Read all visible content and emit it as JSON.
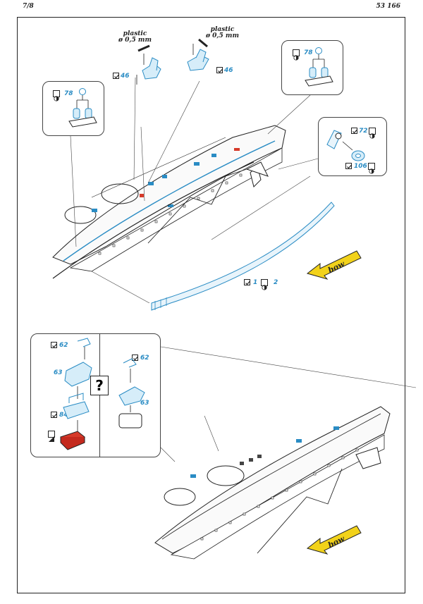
{
  "header": {
    "page": "7/8",
    "code": "53 166"
  },
  "plastic_note": {
    "word": "plastic",
    "spec": "ø 0,5 mm"
  },
  "parts": {
    "p46": "46",
    "p78": "78",
    "p72": "72",
    "p106": "106",
    "p1": "1",
    "p2": "2",
    "p62": "62",
    "p63": "63",
    "p84": "84"
  },
  "question_mark": "?",
  "direction": "bow",
  "colors": {
    "etched": "#2a8cc4",
    "plastic_red": "#d63a2a",
    "arrow": "#f2d21a",
    "line": "#222222"
  },
  "icons": [
    "check-icon",
    "bend-icon",
    "paint-icon",
    "direction-arrow-icon"
  ]
}
